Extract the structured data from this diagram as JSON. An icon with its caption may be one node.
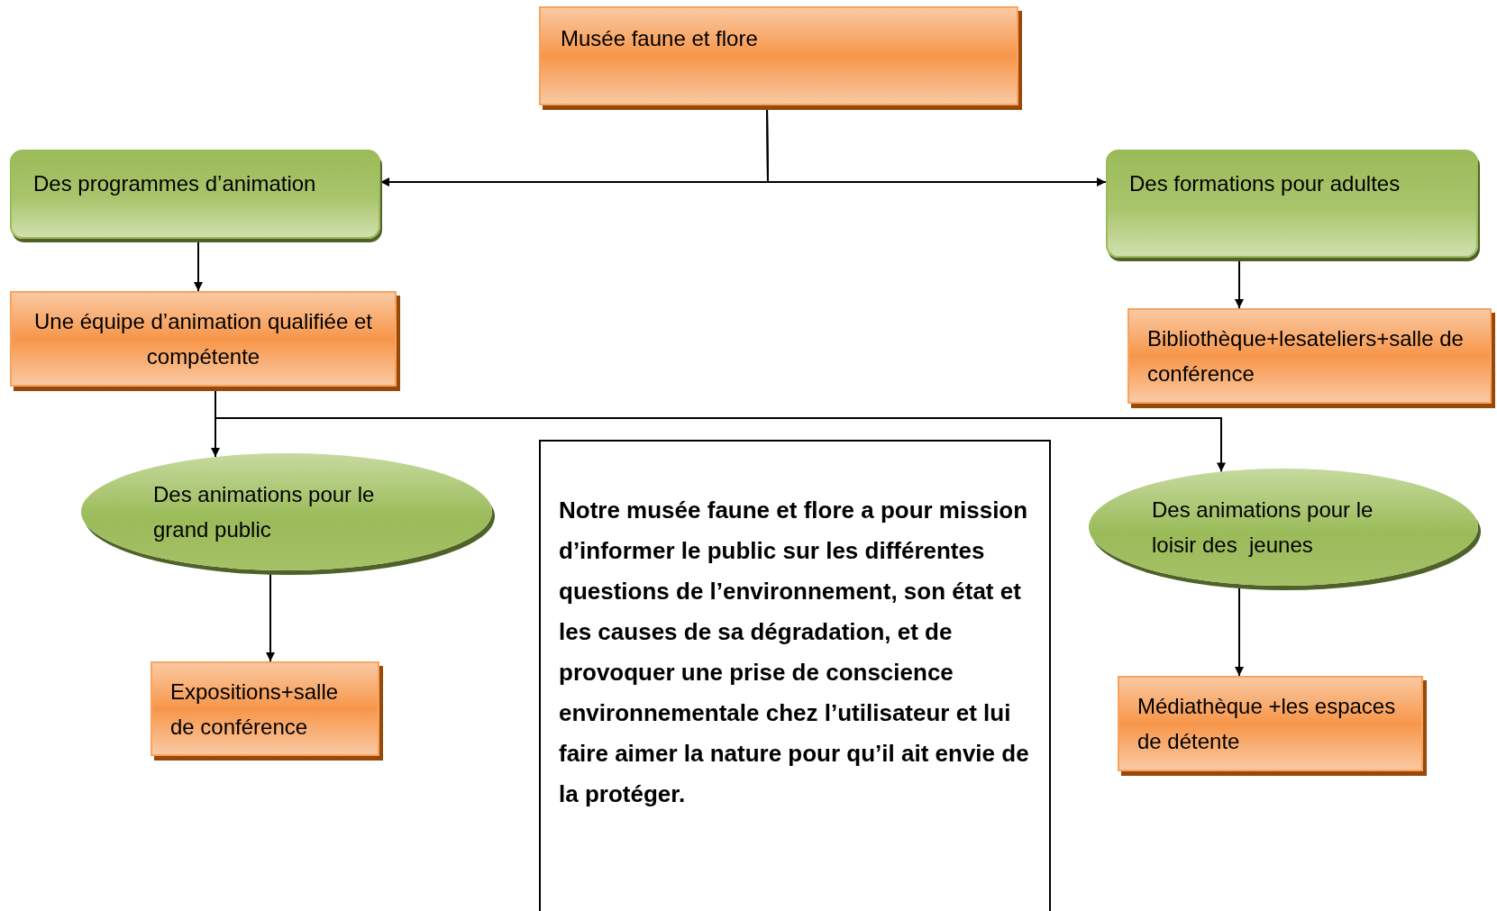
{
  "diagram": {
    "nodes": [
      {
        "text": [
          "Musée faune et flore"
        ]
      },
      {
        "text": [
          "Des programmes d’animation"
        ]
      },
      {
        "text": [
          "Des formations pour adultes"
        ]
      },
      {
        "text": [
          "Une équipe d’animation qualifiée et compétente"
        ]
      },
      {
        "text": [
          "Bibliothèque+lesateliers+salle de conférence"
        ]
      },
      {
        "text": [
          "Des animations pour le grand public"
        ]
      },
      {
        "text": [
          "Des animations pour le loisir des  jeunes"
        ]
      },
      {
        "text": [
          "Expositions+salle de conférence"
        ]
      },
      {
        "text": [
          "Médiathèque +les espaces de détente"
        ]
      },
      {
        "text": [
          "Notre musée faune et flore a pour mission d’informer le public sur les différentes questions de l’environnement, son état et les causes de sa dégradation, et de provoquer une prise de conscience environnementale chez l’utilisateur et lui faire aimer la nature pour qu’il ait envie de la protéger."
        ]
      }
    ],
    "edges": [
      {
        "from": 0,
        "to": 1,
        "arrow": "to"
      },
      {
        "from": 0,
        "to": 2,
        "arrow": "to"
      },
      {
        "from": 1,
        "to": 3,
        "arrow": "to"
      },
      {
        "from": 2,
        "to": 4,
        "arrow": "to"
      },
      {
        "from": 3,
        "to": 5,
        "arrow": "to"
      },
      {
        "from": 3,
        "to": 6,
        "arrow": "to"
      },
      {
        "from": 5,
        "to": 7,
        "arrow": "to"
      },
      {
        "from": 6,
        "to": 8,
        "arrow": "to"
      }
    ]
  }
}
